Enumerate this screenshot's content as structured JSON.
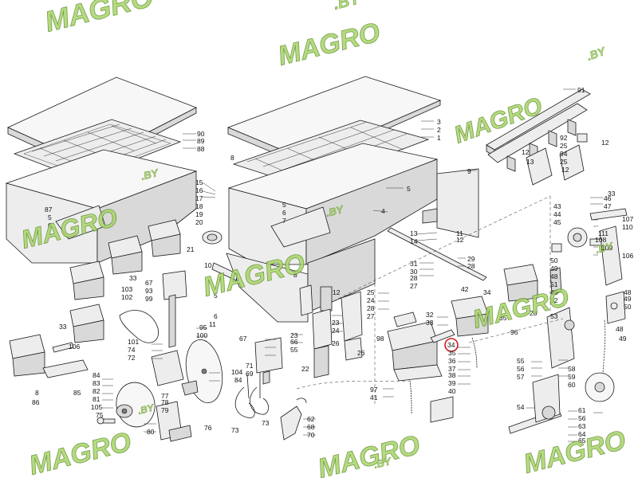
{
  "diagram": {
    "watermark_text": "MAGRO",
    "watermark_suffix": ".BY",
    "highlighted_part": "34",
    "colors": {
      "watermark_fill": "#a8d46a",
      "watermark_stroke": "#5e8e2c",
      "highlight_ring": "#d6191c",
      "line": "#1a1a1a"
    },
    "labels": {
      "p90": "90",
      "p89": "89",
      "p88": "88",
      "p3": "3",
      "p2": "2",
      "p1": "1",
      "p91": "91",
      "p12a": "12",
      "p13a": "13",
      "p92": "92",
      "p25a": "25",
      "p94": "94",
      "p95a": "25",
      "p12b": "12",
      "p8a": "8",
      "p5a": "5",
      "p9": "9",
      "p87": "87",
      "p5b": "5",
      "p6a": "6",
      "p15": "15",
      "p16": "16",
      "p17": "17",
      "p18": "18",
      "p19": "19",
      "p20": "20",
      "p21": "21",
      "p5c": "5",
      "p6b": "6",
      "p7a": "7",
      "p4": "4",
      "p11a": "11",
      "p12c": "12",
      "p46": "46",
      "p47": "47",
      "p33a": "33",
      "p43": "43",
      "p44": "44",
      "p45a": "45",
      "p107": "107",
      "p110": "110",
      "p111": "111",
      "p108": "108",
      "p109": "109",
      "p106a": "106",
      "p8b": "8",
      "p13b": "13",
      "p14": "14",
      "p31": "31",
      "p30": "30",
      "p28a": "28",
      "p27a": "27",
      "p29": "29",
      "p28b": "28",
      "p42": "42",
      "p10": "10",
      "p103": "103",
      "p102": "102",
      "p67a": "67",
      "p93": "93",
      "p99": "99",
      "p33b": "33",
      "p12d": "12",
      "p25b": "25",
      "p24a": "24",
      "p28c": "28",
      "p27b": "27",
      "p5d": "5",
      "p6c": "6",
      "p11b": "11",
      "p34a": "34",
      "p50a": "50",
      "p49a": "49",
      "p48a": "48",
      "p51": "51",
      "p52": "52",
      "p53": "53",
      "p48b": "48",
      "p49b": "49",
      "p50b": "50",
      "p23a": "23",
      "p96": "96",
      "p48c": "48",
      "p49c": "49",
      "p33c": "33",
      "p106b": "106",
      "p101": "101",
      "p74": "74",
      "p72": "72",
      "p95": "95",
      "p100": "100",
      "p23b": "23",
      "p66": "66",
      "p55": "55",
      "p23c": "23",
      "p24b": "24",
      "p26a": "26",
      "p22": "22",
      "p26b": "26",
      "p98": "98",
      "p32": "32",
      "p33d": "33",
      "p34b": "34",
      "p35a": "35",
      "p36": "36",
      "p37": "37",
      "p38": "38",
      "p39": "39",
      "p40": "40",
      "p97": "97",
      "p41": "41",
      "p35b": "35",
      "p55b": "55",
      "p56a": "56",
      "p57": "57",
      "p58": "58",
      "p59": "59",
      "p60": "60",
      "p85": "85",
      "p84a": "84",
      "p83": "83",
      "p82": "82",
      "p81": "81",
      "p105": "105",
      "p75": "75",
      "p8c": "8",
      "p86": "86",
      "p104": "104",
      "p84b": "84",
      "p67b": "67",
      "p71": "71",
      "p69": "69",
      "p77": "77",
      "p78": "78",
      "p79": "79",
      "p80": "80",
      "p76": "76",
      "p73a": "73",
      "p73b": "73",
      "p62": "62",
      "p68": "68",
      "p70": "70",
      "p54": "54",
      "p61": "61",
      "p56b": "56",
      "p63": "63",
      "p64": "64",
      "p65": "65"
    }
  }
}
